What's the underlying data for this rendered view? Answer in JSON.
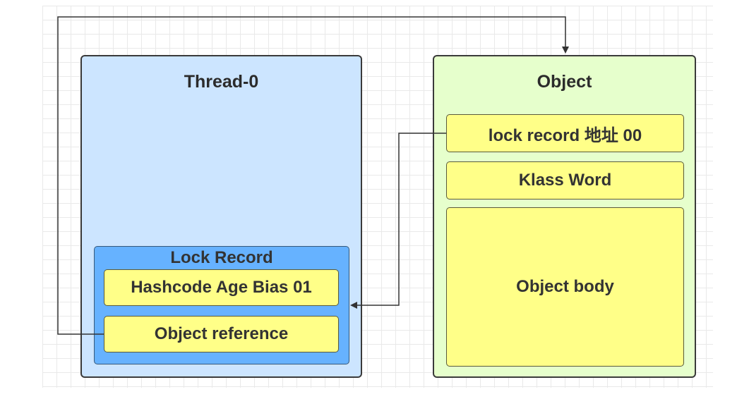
{
  "thread": {
    "title": "Thread-0",
    "lock_record": {
      "title": "Lock Record",
      "fields": [
        "Hashcode Age Bias 01",
        "Object reference"
      ]
    }
  },
  "object": {
    "title": "Object",
    "fields": [
      "lock record 地址 00",
      "Klass Word",
      "Object body"
    ]
  },
  "colors": {
    "thread_fill": "#cce5ff",
    "lock_record_fill": "#66b2ff",
    "object_fill": "#e6ffcc",
    "field_fill": "#ffff88",
    "connector": "#333333"
  }
}
